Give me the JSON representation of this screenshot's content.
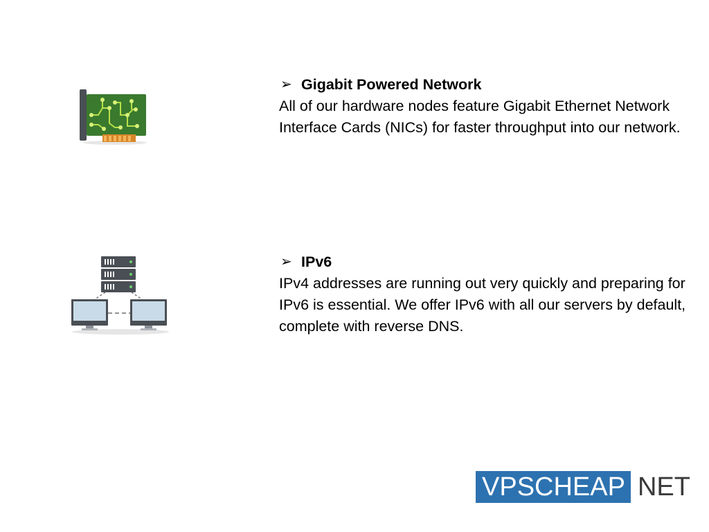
{
  "features": [
    {
      "icon": "network-card-icon",
      "bullet": "➢",
      "heading": "Gigabit Powered Network",
      "body": "All of our hardware nodes feature Gigabit Ethernet Network Interface Cards (NICs) for faster throughput into our network."
    },
    {
      "icon": "server-network-icon",
      "bullet": "➢",
      "heading": "IPv6",
      "body": "IPv4 addresses are running out very quickly and preparing for IPv6 is essential. We offer IPv6 with all our servers by default, complete with reverse DNS."
    }
  ],
  "logo": {
    "primary": "VPSCHEAP",
    "suffix": "NET"
  },
  "colors": {
    "logo_blue": "#2d72b0",
    "pcb_green": "#3a7a2e",
    "circuit_lime": "#b8e04a",
    "contacts_orange": "#f0a040",
    "server_dark": "#4a4f55",
    "monitor_screen": "#c9dbe8"
  }
}
